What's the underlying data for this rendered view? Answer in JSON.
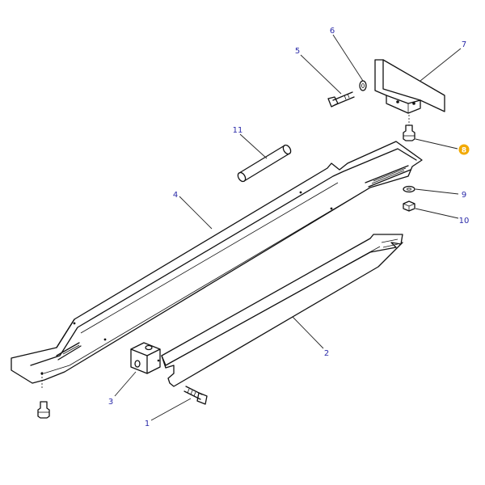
{
  "diagram": {
    "highlight_color": "#f2a900",
    "label_color": "#2a2aa8",
    "callouts": [
      {
        "id": "1",
        "part": "bolt"
      },
      {
        "id": "2",
        "part": "lower-channel-rail"
      },
      {
        "id": "3",
        "part": "spacer-block"
      },
      {
        "id": "4",
        "part": "main-channel-rail"
      },
      {
        "id": "5",
        "part": "bolt"
      },
      {
        "id": "6",
        "part": "washer"
      },
      {
        "id": "7",
        "part": "mounting-bracket"
      },
      {
        "id": "8",
        "part": "stud",
        "highlighted": true
      },
      {
        "id": "9",
        "part": "washer"
      },
      {
        "id": "10",
        "part": "nut"
      },
      {
        "id": "11",
        "part": "tube"
      }
    ]
  }
}
